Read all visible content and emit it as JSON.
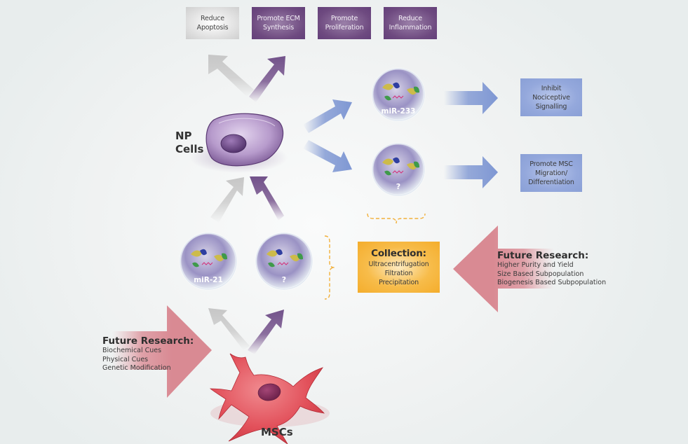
{
  "outcomes_top": [
    {
      "label": "Reduce\nApoptosis",
      "style": "gray"
    },
    {
      "label": "Promote ECM\nSynthesis",
      "style": "purple"
    },
    {
      "label": "Promote\nProliferation",
      "style": "purple"
    },
    {
      "label": "Reduce\nInflammation",
      "style": "purple"
    }
  ],
  "cells": {
    "np_cells": "NP\nCells",
    "mscs": "MSCs"
  },
  "vesicles": {
    "mir233": "miR-233",
    "unknown_right": "?",
    "mir21": "miR-21",
    "unknown_left": "?"
  },
  "outcomes_right": [
    {
      "label": "Inhibit\nNociceptive\nSignalling"
    },
    {
      "label": "Promote MSC\nMigration/\nDifferentiation"
    }
  ],
  "collection": {
    "title": "Collection:",
    "methods": [
      "Ultracentrifugation",
      "Filtration",
      "Precipitation"
    ]
  },
  "future_research_right": {
    "title": "Future Research:",
    "items": [
      "Higher Purity and Yield",
      "Size Based Subpopulation",
      "Biogenesis Based Subpopulation"
    ]
  },
  "future_research_left": {
    "title": "Future Research:",
    "items": [
      "Biochemical Cues",
      "Physical Cues",
      "Genetic Modification"
    ]
  },
  "colors": {
    "purple": "#6e4a80",
    "gray": "#d2d2d2",
    "blue": "#8aa0d6",
    "orange": "#f4ad2c",
    "pink": "#d98a93",
    "msc_red": "#e0474f",
    "np_purple": "#8c6aa8"
  }
}
